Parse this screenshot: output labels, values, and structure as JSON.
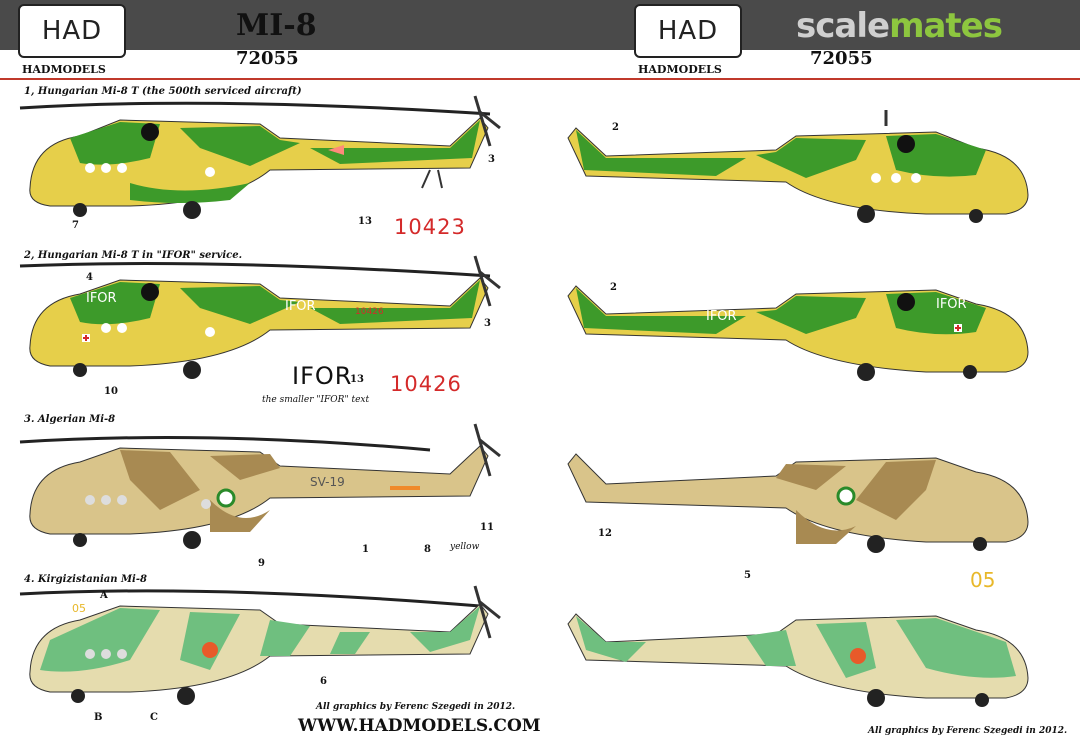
{
  "header": {
    "logo_text": "HAD",
    "logo_subtitle": "HADMODELS",
    "title_left": "MI-8",
    "code_left": "72055",
    "code_right": "72055",
    "watermark_a": "scale",
    "watermark_b": "mates"
  },
  "schemes": [
    {
      "caption": "1, Hungarian Mi-8 T (the 500th serviced aircraft)",
      "serial": "10423",
      "callouts": [
        "7",
        "13",
        "3",
        "2"
      ]
    },
    {
      "caption": "2, Hungarian Mi-8 T  in \"IFOR\" service.",
      "serial": "10426",
      "ifor_large": "IFOR",
      "ifor_note": "the smaller \"IFOR\" text",
      "callouts": [
        "4",
        "10",
        "13",
        "3",
        "2"
      ],
      "fuselage_text": "IFOR",
      "tail_number": "10426"
    },
    {
      "caption": "3. Algerian Mi-8",
      "fuselage_code": "SV-19",
      "yellow_label": "yellow",
      "callouts": [
        "9",
        "1",
        "8",
        "11",
        "12",
        "5"
      ]
    },
    {
      "caption": "4. Kirgizistanian Mi-8",
      "nose_number": "05",
      "right_number": "05",
      "callouts": [
        "A",
        "B",
        "C",
        "6"
      ]
    }
  ],
  "footer": {
    "credit_left": "All graphics by Ferenc Szegedi in 2012.",
    "url": "WWW.HADMODELS.COM",
    "credit_right": "All graphics by Ferenc Szegedi in 2012."
  },
  "colors": {
    "hu_green": "#3d9a2a",
    "hu_yellow": "#e6cf4a",
    "alg_sand": "#d9c48a",
    "alg_brown": "#a88a52",
    "kg_green": "#6fbf7f",
    "kg_light": "#e5dcae",
    "serial_red": "#d42a2a"
  }
}
